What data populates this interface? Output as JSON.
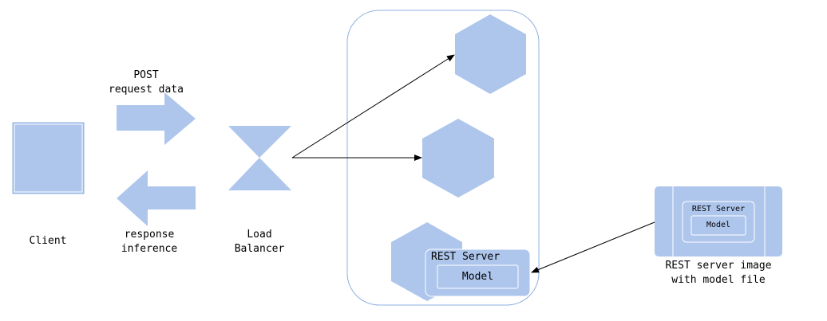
{
  "colors": {
    "fill": "#aec6ec",
    "stroke": "#8fb0e0",
    "arrow": "#000000",
    "text": "#000000"
  },
  "labels": {
    "client": "Client",
    "post_line1": "POST",
    "post_line2": "request data",
    "response_line1": "response",
    "response_line2": "inference",
    "lb_line1": "Load",
    "lb_line2": "Balancer",
    "rest_server": "REST Server",
    "model": "Model",
    "image_line1": "REST server image",
    "image_line2": "with model file",
    "image_rest_server": "REST Server",
    "image_model": "Model"
  },
  "icons": {
    "client": "square-icon",
    "request_arrow": "right-arrow-icon",
    "response_arrow": "left-arrow-icon",
    "load_balancer": "hourglass-icon",
    "server_node": "hexagon-icon"
  }
}
